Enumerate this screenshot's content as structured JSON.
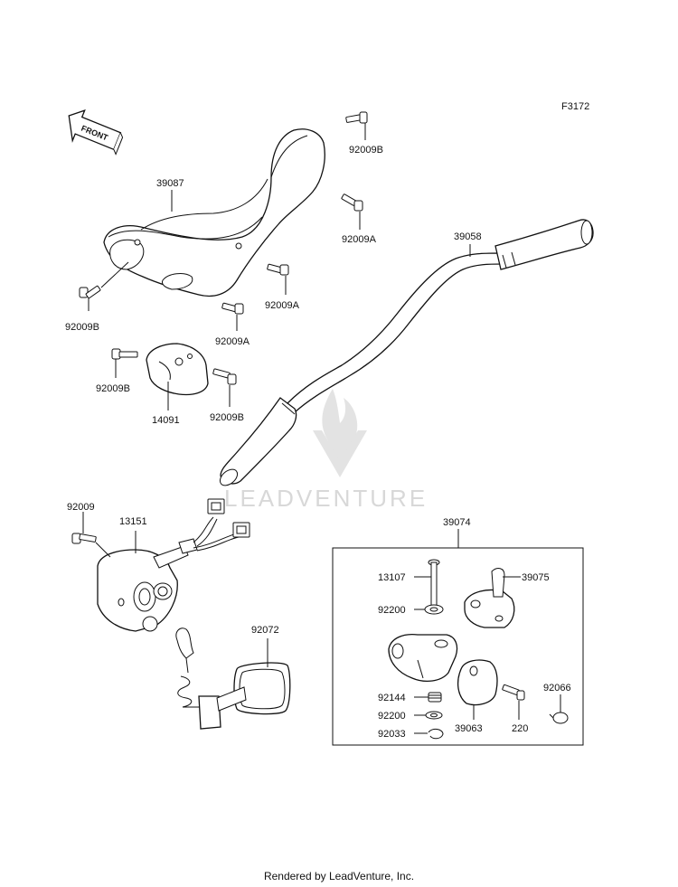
{
  "figure_code": "F3172",
  "front_arrow_label": "FRONT",
  "watermark": "LEADVENTURE",
  "footer": "Rendered by LeadVenture, Inc.",
  "parts": {
    "p39087": "39087",
    "p92009B_top": "92009B",
    "p92009A_right": "92009A",
    "p92009B_left": "92009B",
    "p92009A_mid": "92009A",
    "p92009A_low": "92009A",
    "p92009B_cover_left": "92009B",
    "p92009B_cover_right": "92009B",
    "p14091": "14091",
    "p39058": "39058",
    "p92009": "92009",
    "p13151": "13151",
    "p92072": "92072",
    "p39074": "39074",
    "p13107": "13107",
    "p39075": "39075",
    "p92200_a": "92200",
    "p92144": "92144",
    "p92200_b": "92200",
    "p92033": "92033",
    "p39063": "39063",
    "p220": "220",
    "p92066": "92066"
  }
}
